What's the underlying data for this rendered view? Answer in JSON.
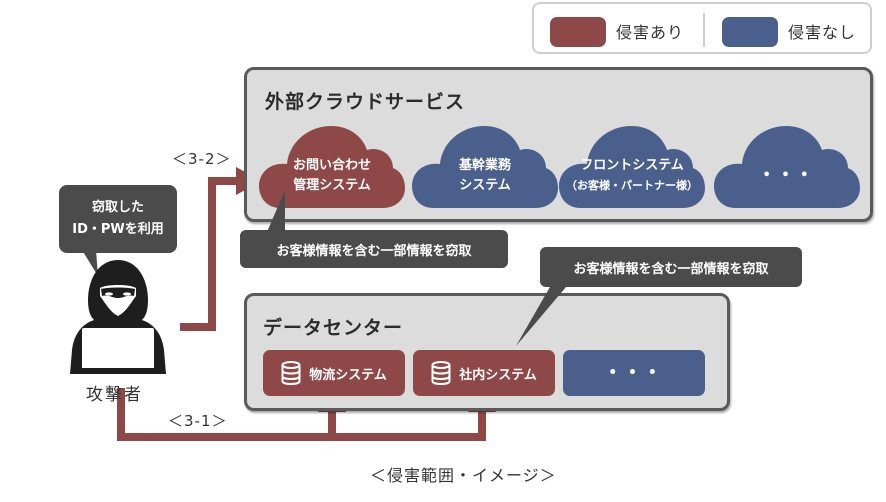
{
  "legend": {
    "items": [
      {
        "label": "侵害あり",
        "color": "#8e4848"
      },
      {
        "label": "侵害なし",
        "color": "#4a5f8c"
      }
    ]
  },
  "colors": {
    "compromised": "#8e4848",
    "safe": "#4a5f8c",
    "panel_bg": "#dcdcdc",
    "panel_border": "#5a5a5a",
    "callout_bg": "#4b4b4b",
    "arrow": "#8e4848"
  },
  "cloud_panel": {
    "title": "外部クラウドサービス",
    "clouds": [
      {
        "line1": "お問い合わせ",
        "line2": "管理システム",
        "status": "compromised"
      },
      {
        "line1": "基幹業務",
        "line2": "システム",
        "status": "safe"
      },
      {
        "line1": "フロントシステム",
        "line2": "（お客様・パートナー様）",
        "status": "safe"
      },
      {
        "line1": "• • •",
        "line2": "",
        "status": "safe"
      }
    ]
  },
  "datacenter_panel": {
    "title": "データセンター",
    "systems": [
      {
        "label": "物流システム",
        "icon": "database-icon",
        "status": "compromised"
      },
      {
        "label": "社内システム",
        "icon": "database-icon",
        "status": "compromised"
      },
      {
        "label": "• • •",
        "icon": "",
        "status": "safe"
      }
    ]
  },
  "attacker": {
    "label": "攻撃者",
    "speech_line1": "窃取した",
    "speech_line2": "ID・PWを利用",
    "icon": "hacker-icon"
  },
  "callouts": {
    "cloud_theft": "お客様情報を含む一部情報を窃取",
    "datacenter_theft": "お客様情報を含む一部情報を窃取"
  },
  "routes": {
    "route_cloud": "＜3-2＞",
    "route_datacenter": "＜3-1＞"
  },
  "caption": "＜侵害範囲・イメージ＞"
}
